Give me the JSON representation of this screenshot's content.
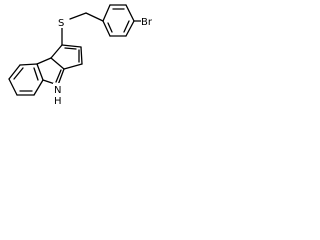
{
  "structure": {
    "atoms": {
      "sulfur": "S",
      "bromine": "Br",
      "nh": "N",
      "nh_h": "H"
    }
  }
}
